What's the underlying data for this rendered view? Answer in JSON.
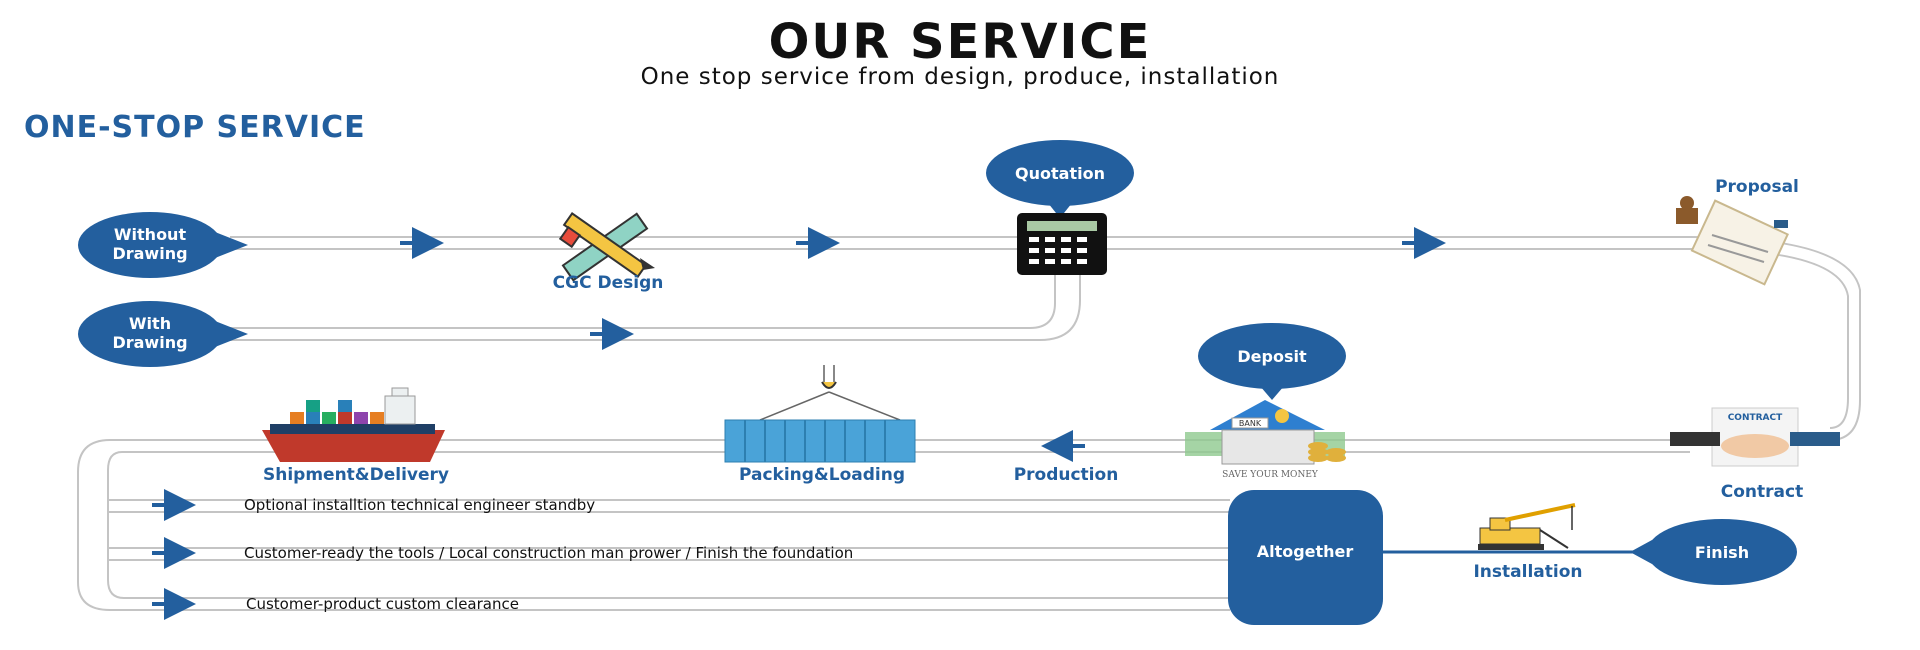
{
  "header": {
    "title": "OUR SERVICE",
    "subtitle": "One stop service from design, produce, installation"
  },
  "section_title": "ONE-STOP SERVICE",
  "colors": {
    "brand_blue": "#235f9e",
    "line_gray": "#bfbfbf"
  },
  "start_nodes": [
    "Without Drawing",
    "With Drawing"
  ],
  "bubbles": {
    "quotation": "Quotation",
    "deposit": "Deposit",
    "altogether": "Altogether",
    "finish": "Finish"
  },
  "steps": {
    "cgc_design": "CGC Design",
    "proposal": "Proposal",
    "contract": "Contract",
    "production": "Production",
    "packing": "Packing&Loading",
    "shipment": "Shipment&Delivery",
    "installation": "Installation"
  },
  "icons": {
    "cgc_design": "pencil-ruler-icon",
    "quotation": "calculator-icon",
    "proposal": "document-stamp-icon",
    "contract": "handshake-contract-icon",
    "deposit": "bank-money-icon",
    "packing": "crane-container-icon",
    "shipment": "cargo-ship-icon",
    "installation": "crane-vehicle-icon"
  },
  "image_texts": {
    "contract_doc": "CONTRACT",
    "bank_sign": "BANK",
    "bank_caption": "SAVE YOUR MONEY"
  },
  "notes": [
    "Optional installtion technical engineer standby",
    "Customer-ready the tools / Local construction man prower / Finish the foundation",
    "Customer-product custom clearance"
  ]
}
